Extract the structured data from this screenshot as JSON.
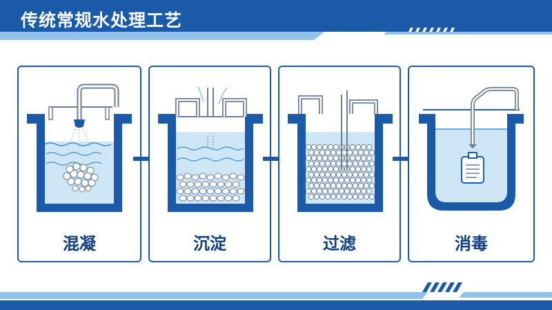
{
  "title": "传统常规水处理工艺",
  "colors": {
    "primary": "#1a5aa8",
    "dark": "#0f3d82",
    "water": "#cfe6f7",
    "water_line": "#3b8fd6",
    "pipe": "#6b7f95"
  },
  "stages": [
    {
      "label": "混凝"
    },
    {
      "label": "沉淀"
    },
    {
      "label": "过滤"
    },
    {
      "label": "消毒"
    }
  ],
  "arrow_icon": "right-arrow-icon"
}
